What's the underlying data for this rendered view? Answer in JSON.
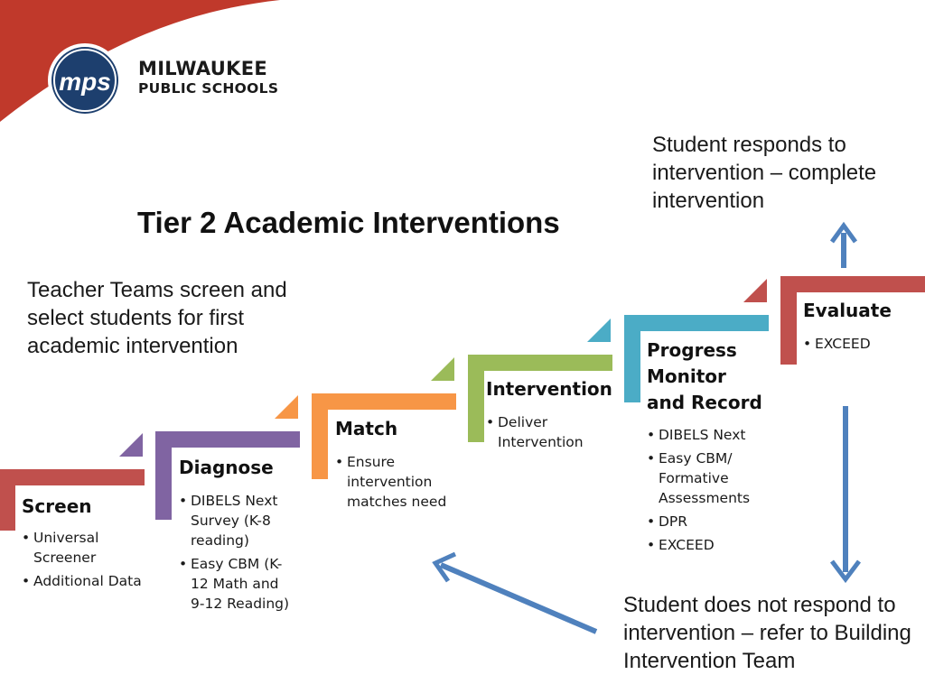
{
  "logo": {
    "monogram": "mps",
    "name_line1": "MILWAUKEE",
    "name_line2": "PUBLIC SCHOOLS",
    "colors": {
      "red": "#c0392b",
      "navy": "#1d3f6e"
    }
  },
  "title": "Tier 2 Academic Interventions",
  "callouts": {
    "select": "Teacher Teams screen and select students for first academic intervention",
    "responds": "Student responds to intervention – complete intervention",
    "not_responds": "Student does not respond to intervention – refer to Building Intervention Team"
  },
  "steps": [
    {
      "title": "Screen",
      "color": "#c0504d",
      "items": [
        "Universal Screener",
        "Additional Data"
      ]
    },
    {
      "title": "Diagnose",
      "color": "#8064a2",
      "items": [
        "DIBELS Next Survey (K-8 reading)",
        "Easy CBM (K-12 Math and 9-12 Reading)"
      ]
    },
    {
      "title": "Match",
      "color": "#f79646",
      "items": [
        "Ensure intervention matches need"
      ]
    },
    {
      "title": "Intervention",
      "color": "#9bbb59",
      "items": [
        "Deliver Intervention"
      ]
    },
    {
      "title": "Progress Monitor and Record",
      "color": "#4bacc6",
      "items": [
        "DIBELS Next",
        "Easy CBM/ Formative Assessments",
        "DPR",
        "EXCEED"
      ]
    },
    {
      "title": "Evaluate",
      "color": "#c0504d",
      "items": [
        "EXCEED"
      ]
    }
  ],
  "arrow_color": "#4f81bd"
}
